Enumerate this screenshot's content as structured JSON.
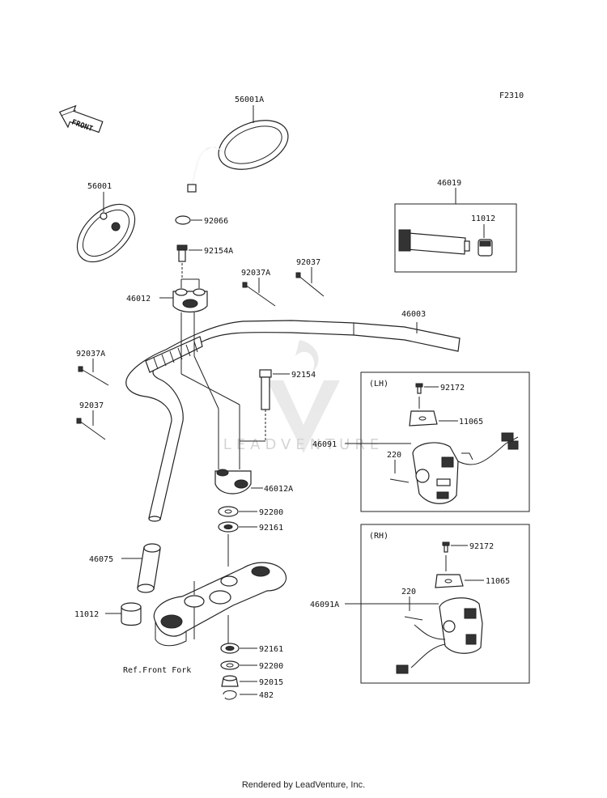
{
  "diagram": {
    "code": "F2310",
    "front_label": "FRONT",
    "watermark": "LEADVENTURE",
    "footer": "Rendered by LeadVenture, Inc.",
    "box_lh_label": "(LH)",
    "box_rh_label": "(RH)",
    "ref_label": "Ref.Front Fork",
    "callouts": {
      "p56001A": "56001A",
      "p56001": "56001",
      "p92066": "92066",
      "p92154A": "92154A",
      "p46012": "46012",
      "p92037A_top": "92037A",
      "p92037_top": "92037",
      "p46019": "46019",
      "p11012_top": "11012",
      "p46003": "46003",
      "p92037A_left": "92037A",
      "p92037_left": "92037",
      "p92154": "92154",
      "p92172_lh": "92172",
      "p11065_lh": "11065",
      "p46091": "46091",
      "p220_lh": "220",
      "p46012A": "46012A",
      "p92200_a": "92200",
      "p92161_a": "92161",
      "p46075": "46075",
      "p11012_left": "11012",
      "p92172_rh": "92172",
      "p11065_rh": "11065",
      "p46091A": "46091A",
      "p220_rh": "220",
      "p92161_b": "92161",
      "p92200_b": "92200",
      "p92015": "92015",
      "p482": "482"
    }
  }
}
